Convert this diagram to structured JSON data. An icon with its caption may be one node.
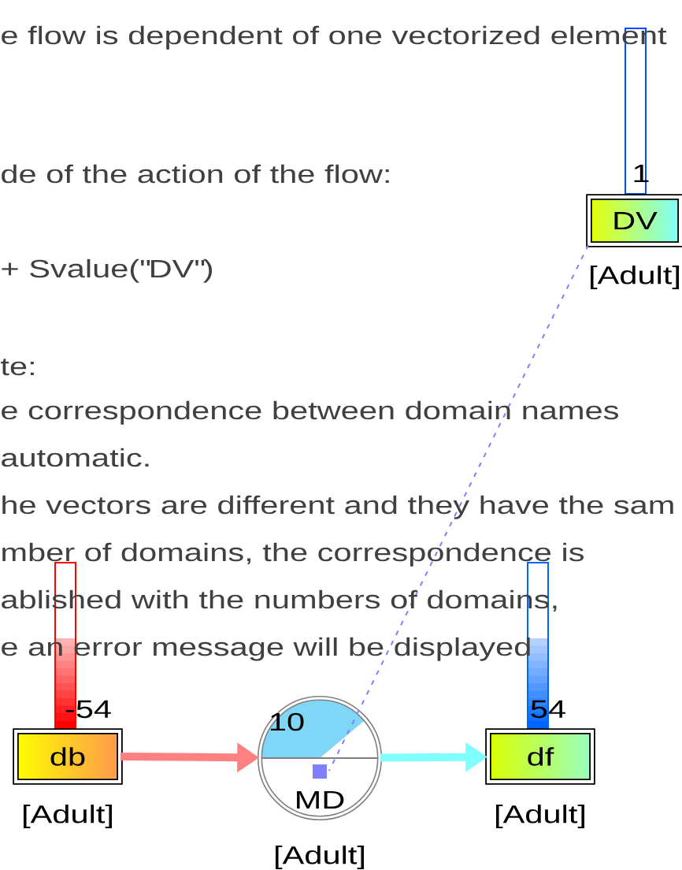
{
  "diagram": {
    "nodes": [
      {
        "text": [
          "1",
          "DV"
        ],
        "beside": [
          "[Adult]"
        ]
      },
      {
        "text": [
          "-54",
          "db"
        ],
        "beside": [
          "[Adult]"
        ]
      },
      {
        "text": [
          "10",
          "MD"
        ],
        "beside": [
          "[Adult]"
        ]
      },
      {
        "text": [
          "54",
          "df"
        ],
        "beside": [
          "[Adult]"
        ]
      }
    ],
    "edges": [
      {
        "from": 1,
        "to": 2,
        "arrow": "to",
        "color": "#ff8080"
      },
      {
        "from": 2,
        "to": 3,
        "arrow": "to",
        "color": "#80ffff"
      },
      {
        "from": 0,
        "to": 2,
        "arrow": "none",
        "style": "dashed",
        "color": "#8080ff"
      }
    ],
    "labels": [
      "e flow is dependent of one vectorized element",
      "de of the action of the flow:",
      "+ Svalue(\"DV\")",
      "te:",
      "e correspondence between domain names",
      "automatic.",
      "he vectors are different and they have the sam",
      "mber of domains, the correspondence is",
      "ablished with the numbers of domains,",
      "e an error message will be displayed"
    ]
  }
}
